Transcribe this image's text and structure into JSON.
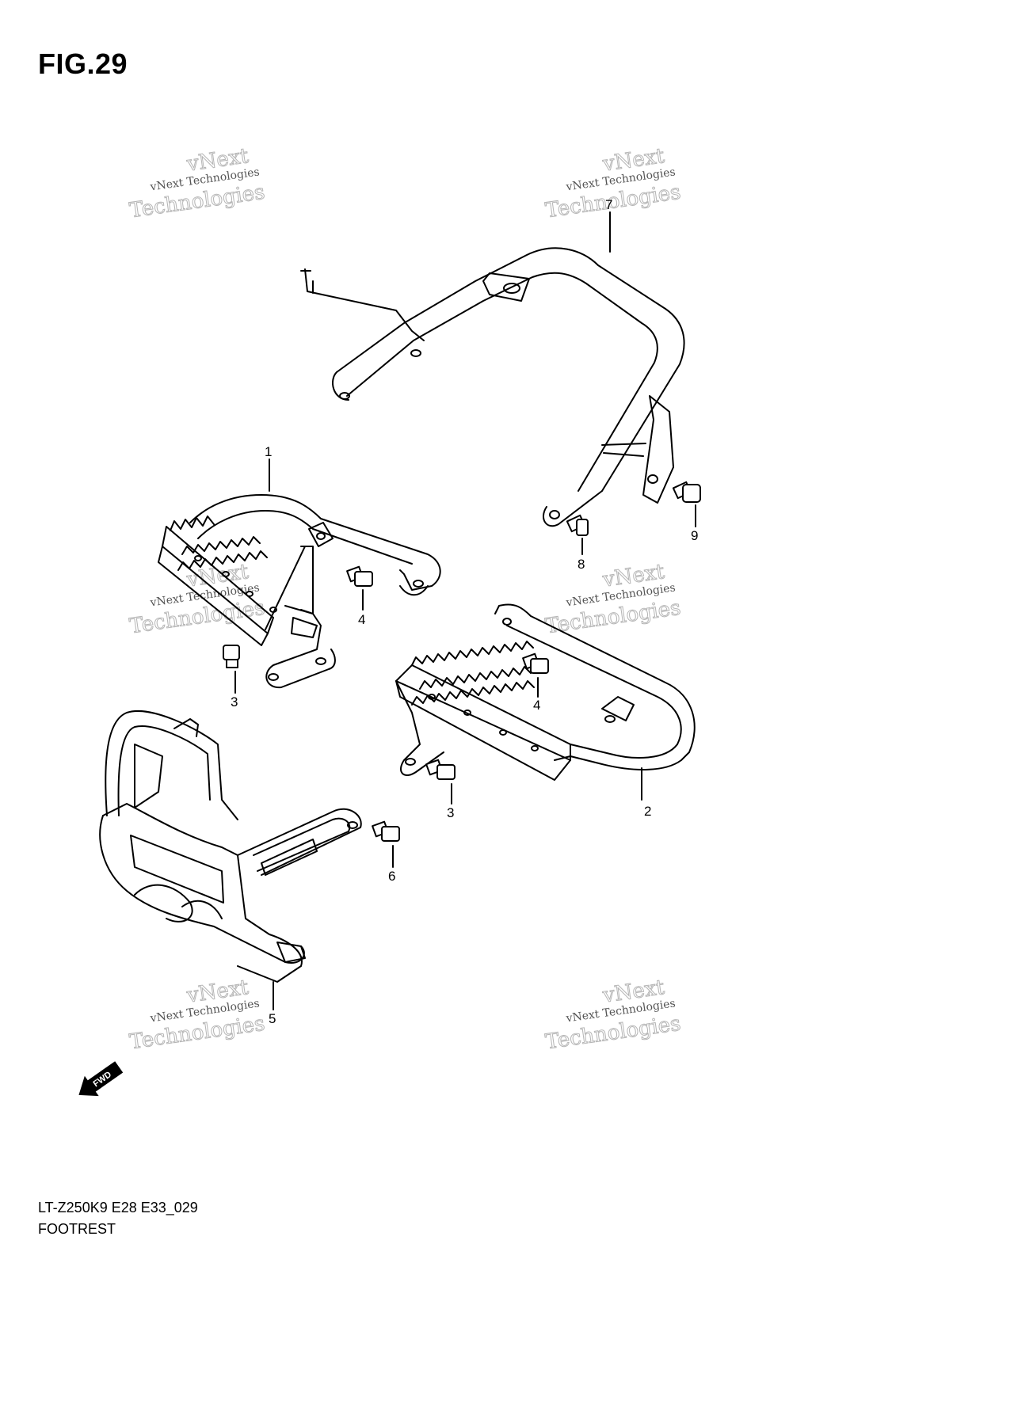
{
  "figure": {
    "title": "FIG.29"
  },
  "footer": {
    "code": "LT-Z250K9 E28 E33_029",
    "caption": "FOOTREST"
  },
  "callouts": [
    "1",
    "2",
    "3",
    "3",
    "4",
    "4",
    "5",
    "6",
    "7",
    "8",
    "9"
  ],
  "watermark": {
    "line1": "vNext",
    "line2": "vNext Technologies",
    "line3": "Technologies"
  },
  "fwd_symbol": {
    "label": "FWD"
  }
}
